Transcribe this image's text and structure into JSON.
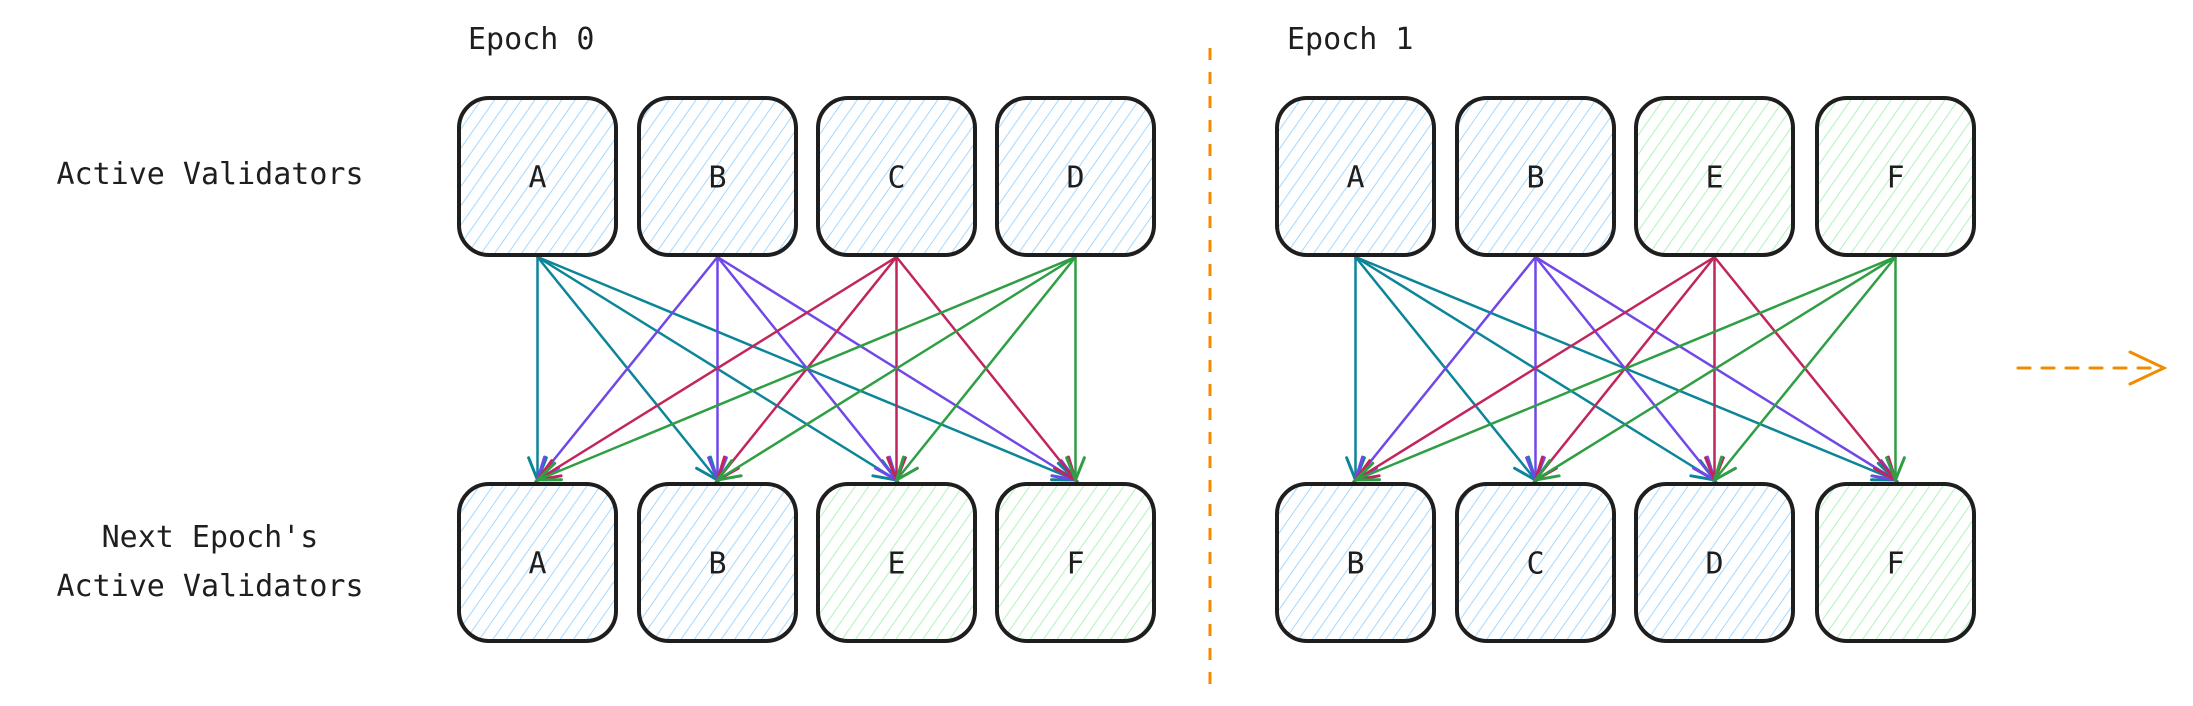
{
  "row_labels": {
    "current": "Active Validators",
    "next_line1": "Next Epoch's",
    "next_line2": "Active Validators"
  },
  "colors": {
    "blue_fill": "#a5d8ff",
    "green_fill": "#b2f2bb",
    "stroke": "#1e1e1e",
    "separator": "#f08c00",
    "arrow_colors": [
      "#0c8599",
      "#7048e8",
      "#c2255c",
      "#2f9e44"
    ]
  },
  "epochs": [
    {
      "title": "Epoch 0",
      "active": [
        {
          "label": "A",
          "fill": "blue"
        },
        {
          "label": "B",
          "fill": "blue"
        },
        {
          "label": "C",
          "fill": "blue"
        },
        {
          "label": "D",
          "fill": "blue"
        }
      ],
      "next": [
        {
          "label": "A",
          "fill": "blue"
        },
        {
          "label": "B",
          "fill": "blue"
        },
        {
          "label": "E",
          "fill": "green"
        },
        {
          "label": "F",
          "fill": "green"
        }
      ]
    },
    {
      "title": "Epoch 1",
      "active": [
        {
          "label": "A",
          "fill": "blue"
        },
        {
          "label": "B",
          "fill": "blue"
        },
        {
          "label": "E",
          "fill": "green"
        },
        {
          "label": "F",
          "fill": "green"
        }
      ],
      "next": [
        {
          "label": "B",
          "fill": "blue"
        },
        {
          "label": "C",
          "fill": "blue"
        },
        {
          "label": "D",
          "fill": "blue"
        },
        {
          "label": "F",
          "fill": "green"
        }
      ]
    }
  ]
}
